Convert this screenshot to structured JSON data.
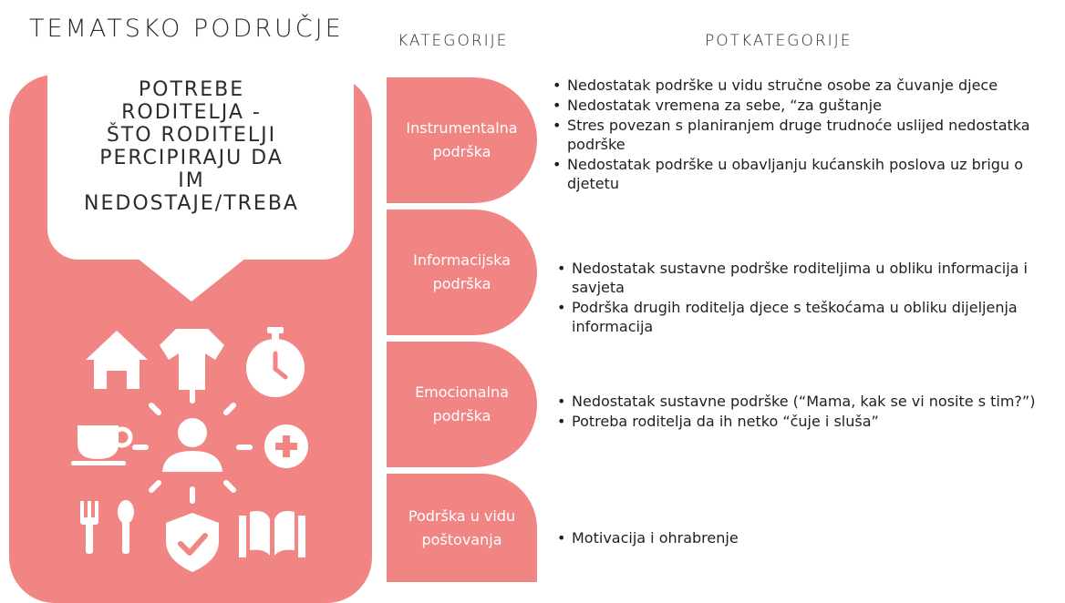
{
  "headers": {
    "tematsko": "TEMATSKO PODRUČJE",
    "kategorije": "KATEGORIJE",
    "potkategorije": "POTKATEGORIJE"
  },
  "theme": {
    "lines": [
      "POTREBE",
      "RODITELJA -",
      "ŠTO RODITELJI",
      "PERCIPIRAJU DA",
      "IM",
      "NEDOSTAJE/TREBA"
    ]
  },
  "categories": [
    {
      "lines": [
        "Instrumentalna",
        "podrška"
      ],
      "items": [
        "Nedostatak podrške u vidu stručne osobe za čuvanje djece",
        "Nedostatak vremena za sebe, “za guštanje",
        "Stres povezan s planiranjem druge trudnoće uslijed nedostatka podrške",
        "Nedostatak podrške u obavljanju kućanskih poslova uz brigu o djetetu"
      ]
    },
    {
      "lines": [
        "Informacijska",
        "podrška"
      ],
      "items": [
        "Nedostatak sustavne podrške roditeljima u obliku informacija i savjeta",
        "Podrška drugih roditelja djece s teškoćama u obliku dijeljenja informacija"
      ]
    },
    {
      "lines": [
        "Emocionalna",
        "podrška"
      ],
      "items": [
        "Nedostatak sustavne podrške (“Mama, kak se vi nosite s tim?”)",
        "Potreba roditelja da ih netko “čuje i sluša”"
      ]
    },
    {
      "lines": [
        "Podrška u vidu",
        "poštovanja"
      ],
      "items": [
        "Motivacija i ohrabrenje"
      ]
    }
  ],
  "icons": [
    "house-icon",
    "shirt-icon",
    "stopwatch-icon",
    "cup-icon",
    "person-icon",
    "plus-icon",
    "fork-spoon-icon",
    "shield-check-icon",
    "book-icon"
  ],
  "colors": {
    "accent": "#f18583",
    "text": "#1f1f1f",
    "on_accent": "#ffffff"
  }
}
